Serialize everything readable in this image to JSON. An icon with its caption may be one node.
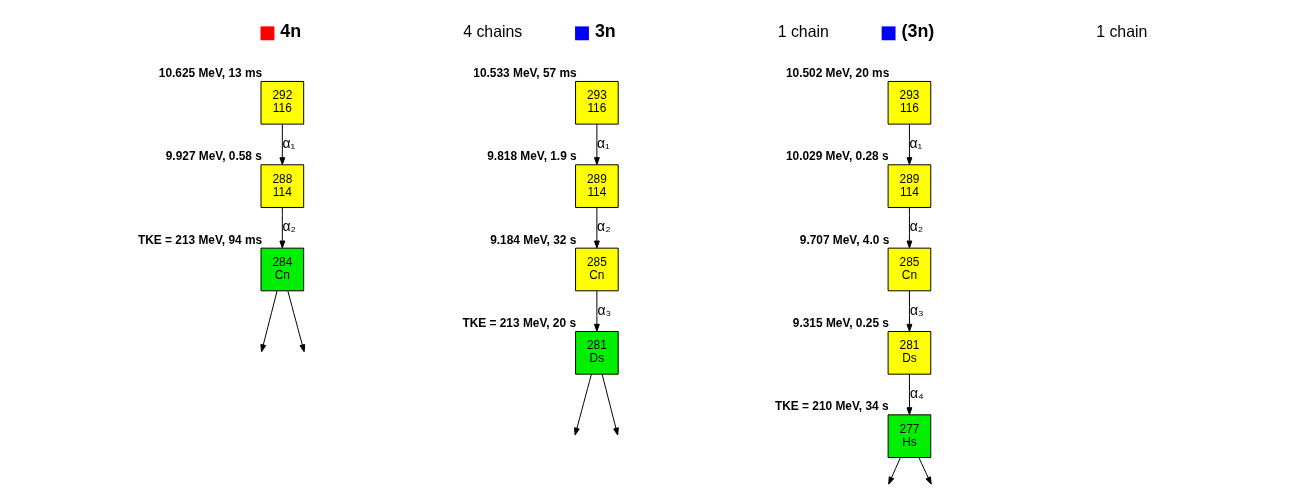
{
  "diagram": {
    "nodes": [
      {
        "text": [
          "292",
          "116"
        ],
        "beside": [
          "10.625 MeV, 13 ms"
        ]
      },
      {
        "text": [
          "288",
          "114"
        ],
        "beside": [
          "9.927 MeV, 0.58 s"
        ]
      },
      {
        "text": [
          "284",
          "Cn"
        ],
        "beside": [
          "TKE = 213 MeV, 94 ms"
        ]
      },
      {
        "text": [
          "293",
          "116"
        ],
        "beside": [
          "10.533 MeV, 57 ms"
        ]
      },
      {
        "text": [
          "289",
          "114"
        ],
        "beside": [
          "9.818 MeV, 1.9 s"
        ]
      },
      {
        "text": [
          "285",
          "Cn"
        ],
        "beside": [
          "9.184 MeV, 32 s"
        ]
      },
      {
        "text": [
          "281",
          "Ds"
        ],
        "beside": [
          "TKE = 213 MeV, 20 s"
        ]
      },
      {
        "text": [
          "293",
          "116"
        ],
        "beside": [
          "10.502 MeV, 20 ms"
        ]
      },
      {
        "text": [
          "289",
          "114"
        ],
        "beside": [
          "10.029 MeV, 0.28 s"
        ]
      },
      {
        "text": [
          "285",
          "Cn"
        ],
        "beside": [
          "9.707 MeV, 4.0 s"
        ]
      },
      {
        "text": [
          "281",
          "Ds"
        ],
        "beside": [
          "9.315 MeV, 0.25 s"
        ]
      },
      {
        "text": [
          "277",
          "Hs"
        ],
        "beside": [
          "TKE = 210 MeV, 34 s"
        ]
      }
    ],
    "edges": [
      {
        "from": 0,
        "to": 1,
        "arrow": "to",
        "label": "α₁"
      },
      {
        "from": 1,
        "to": 2,
        "arrow": "to",
        "label": "α₂"
      },
      {
        "from": 2,
        "to": null,
        "arrow": "to"
      },
      {
        "from": 2,
        "to": null,
        "arrow": "to"
      },
      {
        "from": 3,
        "to": 4,
        "arrow": "to",
        "label": "α₁"
      },
      {
        "from": 4,
        "to": 5,
        "arrow": "to",
        "label": "α₂"
      },
      {
        "from": 5,
        "to": 6,
        "arrow": "to",
        "label": "α₃"
      },
      {
        "from": 6,
        "to": null,
        "arrow": "to"
      },
      {
        "from": 6,
        "to": null,
        "arrow": "to"
      },
      {
        "from": 7,
        "to": 8,
        "arrow": "to",
        "label": "α₁"
      },
      {
        "from": 8,
        "to": 9,
        "arrow": "to",
        "label": "α₂"
      },
      {
        "from": 9,
        "to": 10,
        "arrow": "to",
        "label": "α₃"
      },
      {
        "from": 10,
        "to": 11,
        "arrow": "to",
        "label": "α₄"
      },
      {
        "from": 11,
        "to": null,
        "arrow": "to"
      },
      {
        "from": 11,
        "to": null,
        "arrow": "to"
      }
    ],
    "labels": [
      "4 chains",
      "1 chain",
      "1 chain"
    ],
    "legend": [
      {
        "text": "4n",
        "color": "#ff0000"
      },
      {
        "text": "3n",
        "color": "#0000ff"
      },
      {
        "text": "(3n)",
        "color": "#0000ff"
      }
    ]
  }
}
